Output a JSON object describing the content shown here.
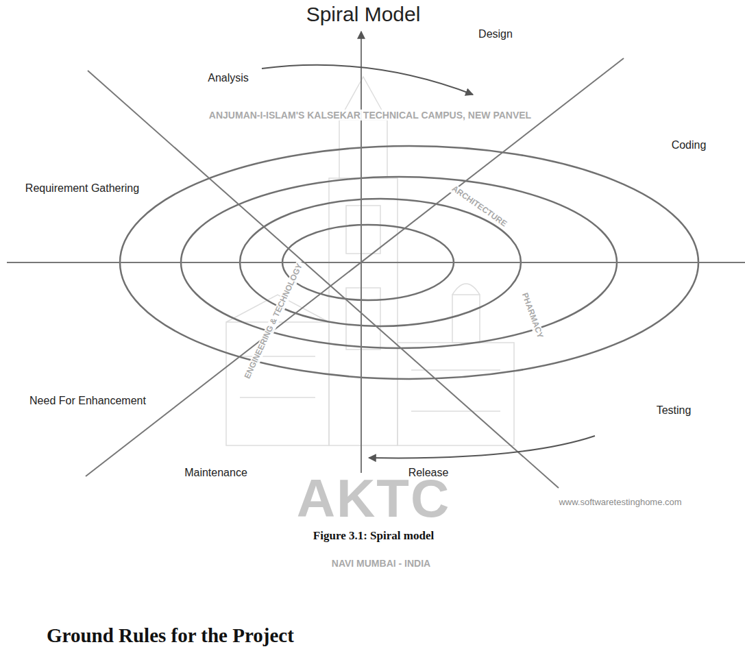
{
  "diagram": {
    "title": "Spiral Model",
    "caption": "Figure 3.1: Spiral model",
    "labels": [
      "Analysis",
      "Design",
      "Coding",
      "Requirement Gathering",
      "Testing",
      "Need For Enhancement",
      "Release",
      "Maintenance",
      "www.softwaretestinghome.com",
      "ANJUMAN-I-ISLAM'S KALSEKAR TECHNICAL CAMPUS, NEW PANVEL",
      "ENGINEERING & TECHNOLOGY",
      "ARCHITECTURE",
      "PHARMACY",
      "AKTC",
      "NAVI MUMBAI - INDIA",
      "Ground Rules for the Project"
    ]
  }
}
